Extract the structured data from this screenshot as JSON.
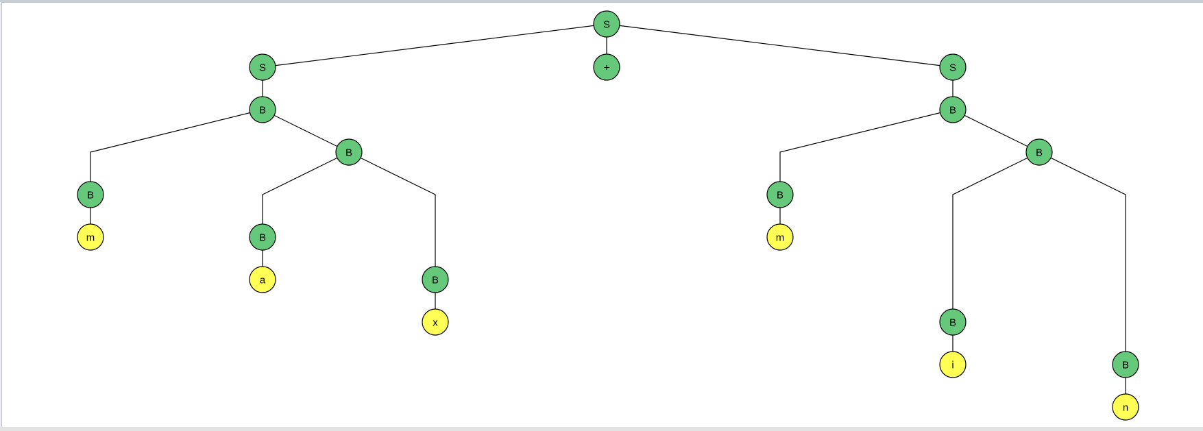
{
  "colors": {
    "nonterminal_fill": "#66c87a",
    "terminal_fill": "#ffff55",
    "edge": "#000000",
    "background": "#ffffff"
  },
  "tree": {
    "label": "S",
    "kind": "nonterminal",
    "children": [
      {
        "label": "S",
        "kind": "nonterminal",
        "children": [
          {
            "label": "B",
            "kind": "nonterminal",
            "children": [
              {
                "label": "B",
                "kind": "nonterminal",
                "children": [
                  {
                    "label": "m",
                    "kind": "terminal"
                  }
                ]
              },
              {
                "label": "B",
                "kind": "nonterminal",
                "children": [
                  {
                    "label": "B",
                    "kind": "nonterminal",
                    "children": [
                      {
                        "label": "a",
                        "kind": "terminal"
                      }
                    ]
                  },
                  {
                    "label": "B",
                    "kind": "nonterminal",
                    "children": [
                      {
                        "label": "x",
                        "kind": "terminal"
                      }
                    ]
                  }
                ]
              }
            ]
          }
        ]
      },
      {
        "label": "+",
        "kind": "nonterminal"
      },
      {
        "label": "S",
        "kind": "nonterminal",
        "children": [
          {
            "label": "B",
            "kind": "nonterminal",
            "children": [
              {
                "label": "B",
                "kind": "nonterminal",
                "children": [
                  {
                    "label": "m",
                    "kind": "terminal"
                  }
                ]
              },
              {
                "label": "B",
                "kind": "nonterminal",
                "children": [
                  {
                    "label": "B",
                    "kind": "nonterminal",
                    "children": [
                      {
                        "label": "i",
                        "kind": "terminal"
                      }
                    ]
                  },
                  {
                    "label": "B",
                    "kind": "nonterminal",
                    "children": [
                      {
                        "label": "n",
                        "kind": "terminal"
                      }
                    ]
                  }
                ]
              }
            ]
          }
        ]
      }
    ]
  }
}
